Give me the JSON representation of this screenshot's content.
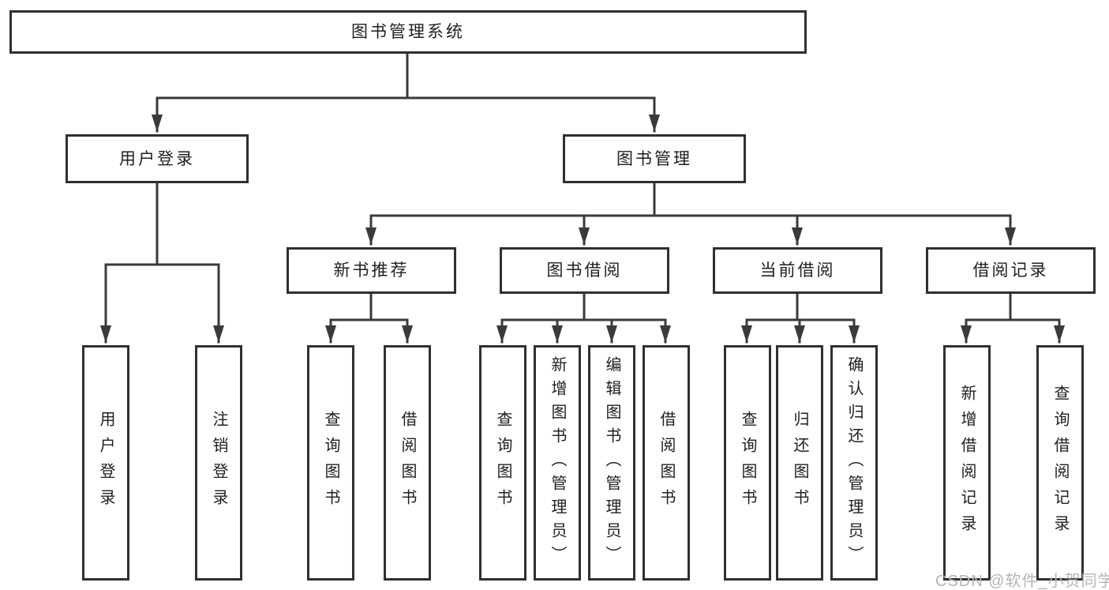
{
  "colors": {
    "background": "#ffffff",
    "line": "#3a3a3a",
    "box_border": "#303030",
    "text": "#1f1f1f",
    "watermark": "#b5b5b5"
  },
  "watermark": {
    "text": "CSDN @软件_小贺同学"
  },
  "diagram": {
    "root": {
      "label": "图书管理系统"
    },
    "branches": [
      {
        "label": "用户登录",
        "children": [
          {
            "label": "用户登录"
          },
          {
            "label": "注销登录"
          }
        ]
      },
      {
        "label": "图书管理",
        "children": [
          {
            "label": "新书推荐",
            "children": [
              {
                "label": "查询图书"
              },
              {
                "label": "借阅图书"
              }
            ]
          },
          {
            "label": "图书借阅",
            "children": [
              {
                "label": "查询图书"
              },
              {
                "label": "新增图书（管理员）"
              },
              {
                "label": "编辑图书（管理员）"
              },
              {
                "label": "借阅图书"
              }
            ]
          },
          {
            "label": "当前借阅",
            "children": [
              {
                "label": "查询图书"
              },
              {
                "label": "归还图书"
              },
              {
                "label": "确认归还（管理员）"
              }
            ]
          },
          {
            "label": "借阅记录",
            "children": [
              {
                "label": "新增借阅记录"
              },
              {
                "label": "查询借阅记录"
              }
            ]
          }
        ]
      }
    ]
  }
}
